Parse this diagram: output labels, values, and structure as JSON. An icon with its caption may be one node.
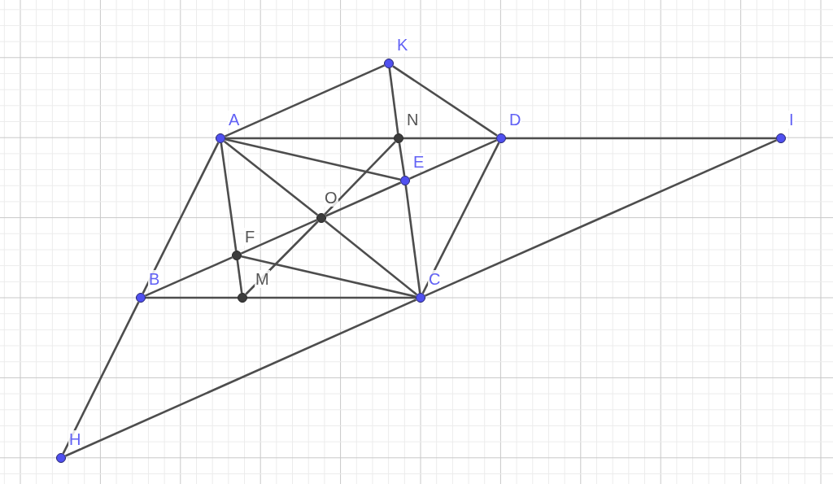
{
  "diagram": {
    "nodes": [
      {
        "text": [
          "K"
        ]
      },
      {
        "text": [
          "A"
        ]
      },
      {
        "text": [
          "N"
        ]
      },
      {
        "text": [
          "D"
        ]
      },
      {
        "text": [
          "I"
        ]
      },
      {
        "text": [
          "E"
        ]
      },
      {
        "text": [
          "O"
        ]
      },
      {
        "text": [
          "F"
        ]
      },
      {
        "text": [
          "B"
        ]
      },
      {
        "text": [
          "M"
        ]
      },
      {
        "text": [
          "C"
        ]
      },
      {
        "text": [
          "H"
        ]
      }
    ],
    "edges": [
      {
        "from": 1,
        "to": 0,
        "arrow": "none"
      },
      {
        "from": 0,
        "to": 3,
        "arrow": "none"
      },
      {
        "from": 0,
        "to": 2,
        "arrow": "none"
      },
      {
        "from": 2,
        "to": 5,
        "arrow": "none"
      },
      {
        "from": 5,
        "to": 10,
        "arrow": "none"
      },
      {
        "from": 1,
        "to": 2,
        "arrow": "none"
      },
      {
        "from": 2,
        "to": 3,
        "arrow": "none"
      },
      {
        "from": 3,
        "to": 4,
        "arrow": "none"
      },
      {
        "from": 1,
        "to": 5,
        "arrow": "none"
      },
      {
        "from": 1,
        "to": 6,
        "arrow": "none"
      },
      {
        "from": 6,
        "to": 10,
        "arrow": "none"
      },
      {
        "from": 8,
        "to": 7,
        "arrow": "none"
      },
      {
        "from": 7,
        "to": 6,
        "arrow": "none"
      },
      {
        "from": 6,
        "to": 5,
        "arrow": "none"
      },
      {
        "from": 5,
        "to": 3,
        "arrow": "none"
      },
      {
        "from": 9,
        "to": 6,
        "arrow": "none"
      },
      {
        "from": 6,
        "to": 2,
        "arrow": "none"
      },
      {
        "from": 1,
        "to": 7,
        "arrow": "none"
      },
      {
        "from": 7,
        "to": 9,
        "arrow": "none"
      },
      {
        "from": 7,
        "to": 10,
        "arrow": "none"
      },
      {
        "from": 8,
        "to": 9,
        "arrow": "none"
      },
      {
        "from": 9,
        "to": 10,
        "arrow": "none"
      },
      {
        "from": 1,
        "to": 8,
        "arrow": "none"
      },
      {
        "from": 8,
        "to": 11,
        "arrow": "none"
      },
      {
        "from": 11,
        "to": 10,
        "arrow": "none"
      },
      {
        "from": 10,
        "to": 4,
        "arrow": "none"
      },
      {
        "from": 3,
        "to": 10,
        "arrow": "none"
      }
    ]
  }
}
